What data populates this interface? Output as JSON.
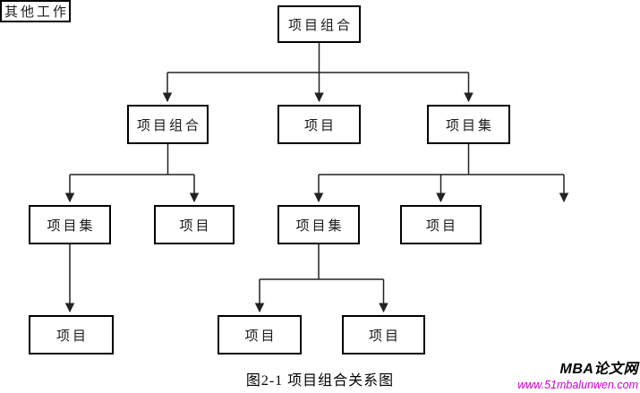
{
  "diagram": {
    "caption": "图2-1 项目组合关系图",
    "nodes": {
      "root": "项目组合",
      "l2_portfolio": "项目组合",
      "l2_project": "项目",
      "l2_program": "项目集",
      "l3_program_left": "项目集",
      "l3_project_left": "项目",
      "l3_program_mid": "项目集",
      "l3_project_right": "项目",
      "l3_other": "其他工作",
      "l4_project_left": "项目",
      "l4_project_mid1": "项目",
      "l4_project_mid2": "项目"
    },
    "line_color": "#222222",
    "box_border_color": "#000000"
  },
  "watermark": {
    "site_name": "MBA论文网",
    "site_url": "www.51mbalunwen.com",
    "site_name_color": "#000000",
    "site_url_color": "#cc00cc"
  }
}
